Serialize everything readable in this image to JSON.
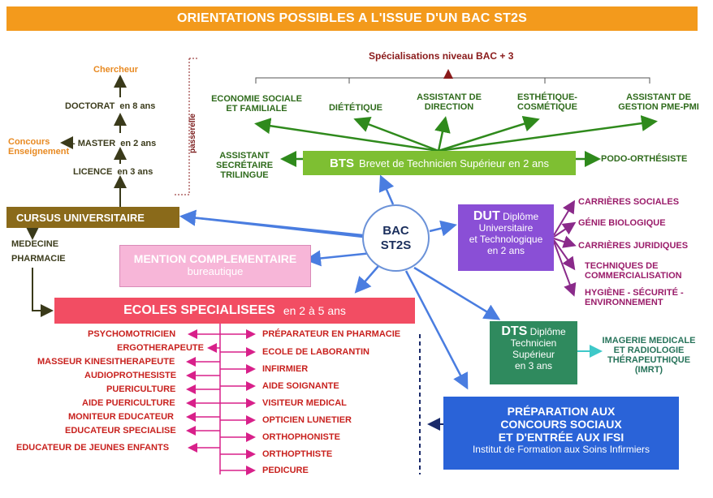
{
  "title": "ORIENTATIONS POSSIBLES A L'ISSUE D'UN BAC ST2S",
  "specialisations_label": "Spécialisations niveau BAC + 3",
  "bts_options": [
    {
      "line1": "ECONOMIE SOCIALE",
      "line2": "ET FAMILIALE"
    },
    {
      "line1": "DIÉTÉTIQUE",
      "line2": ""
    },
    {
      "line1": "ASSISTANT DE",
      "line2": "DIRECTION"
    },
    {
      "line1": "ESTHÉTIQUE-",
      "line2": "COSMÉTIQUE"
    },
    {
      "line1": "ASSISTANT DE",
      "line2": "GESTION PME-PMI"
    }
  ],
  "assistant_secretaire": {
    "line1": "ASSISTANT",
    "line2": "SECRÉTAIRE",
    "line3": "TRILINGUE"
  },
  "podo": "PODO-ORTHÉSISTE",
  "bts": {
    "abbr": "BTS",
    "label": "Brevet de Technicien Supérieur en 2 ans"
  },
  "university": {
    "chercheur": "Chercheur",
    "doctorat": "DOCTORAT",
    "doctorat_duration": "en 8 ans",
    "master_prefix": "- ",
    "master": "MASTER",
    "master_duration": "en 2 ans",
    "licence": "LICENCE",
    "licence_duration": "en 3 ans",
    "concours_line1": "Concours",
    "concours_line2": "Enseignement",
    "passerelle": "passerelle",
    "cursus": "CURSUS UNIVERSITAIRE",
    "medecine": "MEDECINE",
    "pharmacie": "PHARMACIE"
  },
  "mention": {
    "title": "MENTION COMPLEMENTAIRE",
    "subtitle": "bureautique"
  },
  "bac": {
    "line1": "BAC",
    "line2": "ST2S"
  },
  "dut": {
    "abbr": "DUT",
    "line1": "Diplôme",
    "line2": "Universitaire",
    "line3": "et Technologique",
    "line4": "en 2 ans"
  },
  "dut_options": [
    {
      "line1": "CARRIÈRES SOCIALES",
      "line2": ""
    },
    {
      "line1": "GÉNIE BIOLOGIQUE",
      "line2": ""
    },
    {
      "line1": "CARRIÈRES JURIDIQUES",
      "line2": ""
    },
    {
      "line1": "TECHNIQUES DE",
      "line2": "COMMERCIALISATION"
    },
    {
      "line1": "HYGIÈNE - SÉCURITÉ -",
      "line2": "ENVIRONNEMENT"
    }
  ],
  "dts": {
    "abbr": "DTS",
    "line1": "Diplôme",
    "line2": "Technicien",
    "line3": "Supérieur",
    "line4": "en 3 ans"
  },
  "imrt": {
    "line1": "IMAGERIE MEDICALE",
    "line2": "ET RADIOLOGIE",
    "line3": "THÉRAPEUTHIQUE",
    "line4": "(IMRT)"
  },
  "ecoles": {
    "title": "ECOLES SPECIALISEES",
    "duration": "en 2 à 5 ans"
  },
  "ecoles_left": [
    "PSYCHOMOTRICIEN",
    "ERGOTHERAPEUTE",
    "MASSEUR KINESITHERAPEUTE",
    "AUDIOPROTHESISTE",
    "PUERICULTURE",
    "AIDE PUERICULTURE",
    "MONITEUR EDUCATEUR",
    "EDUCATEUR SPECIALISE",
    "EDUCATEUR DE JEUNES ENFANTS"
  ],
  "ecoles_right": [
    "PRÉPARATEUR EN PHARMACIE",
    "ECOLE DE LABORANTIN",
    "INFIRMIER",
    "AIDE SOIGNANTE",
    "VISITEUR MEDICAL",
    "OPTICIEN LUNETIER",
    "ORTHOPHONISTE",
    "ORTHOPTHISTE",
    "PEDICURE"
  ],
  "preparation": {
    "line1": "PRÉPARATION AUX",
    "line2": "CONCOURS SOCIAUX",
    "line3": "ET D'ENTRÉE AUX IFSI",
    "line4": "Institut de Formation aux Soins Infirmiers"
  },
  "colors": {
    "title_bar": "#f39a1c",
    "bts": "#7ebf32",
    "cursus": "#8a6a1a",
    "mention": "#f7b6d8",
    "ecoles": "#f24d63",
    "dut": "#8a4fd6",
    "dts": "#2f8a5e",
    "preparation": "#2a63d8",
    "bac_border": "#6b92d8"
  }
}
